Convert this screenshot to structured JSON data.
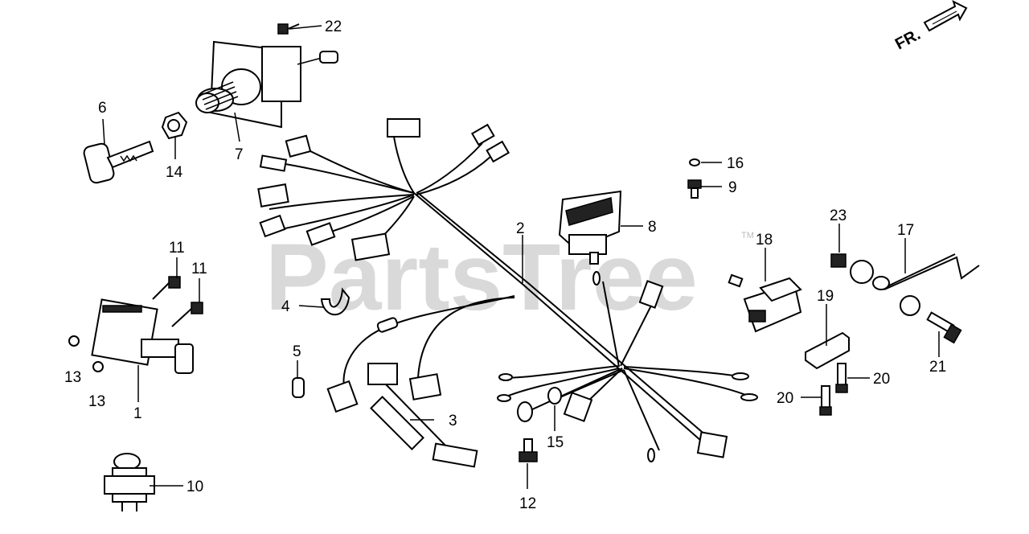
{
  "watermark": {
    "text": "PartsTree",
    "trademark": "TM"
  },
  "direction": {
    "label": "FR."
  },
  "callouts": [
    {
      "id": "c1",
      "label": "1"
    },
    {
      "id": "c2",
      "label": "2"
    },
    {
      "id": "c3",
      "label": "3"
    },
    {
      "id": "c4",
      "label": "4"
    },
    {
      "id": "c5",
      "label": "5"
    },
    {
      "id": "c6",
      "label": "6"
    },
    {
      "id": "c7",
      "label": "7"
    },
    {
      "id": "c8",
      "label": "8"
    },
    {
      "id": "c9",
      "label": "9"
    },
    {
      "id": "c10",
      "label": "10"
    },
    {
      "id": "c11a",
      "label": "11"
    },
    {
      "id": "c11b",
      "label": "11"
    },
    {
      "id": "c12",
      "label": "12"
    },
    {
      "id": "c13a",
      "label": "13"
    },
    {
      "id": "c13b",
      "label": "13"
    },
    {
      "id": "c14",
      "label": "14"
    },
    {
      "id": "c15",
      "label": "15"
    },
    {
      "id": "c16",
      "label": "16"
    },
    {
      "id": "c17",
      "label": "17"
    },
    {
      "id": "c18",
      "label": "18"
    },
    {
      "id": "c19",
      "label": "19"
    },
    {
      "id": "c20a",
      "label": "20"
    },
    {
      "id": "c20b",
      "label": "20"
    },
    {
      "id": "c21",
      "label": "21"
    },
    {
      "id": "c22",
      "label": "22"
    },
    {
      "id": "c23",
      "label": "23"
    }
  ]
}
